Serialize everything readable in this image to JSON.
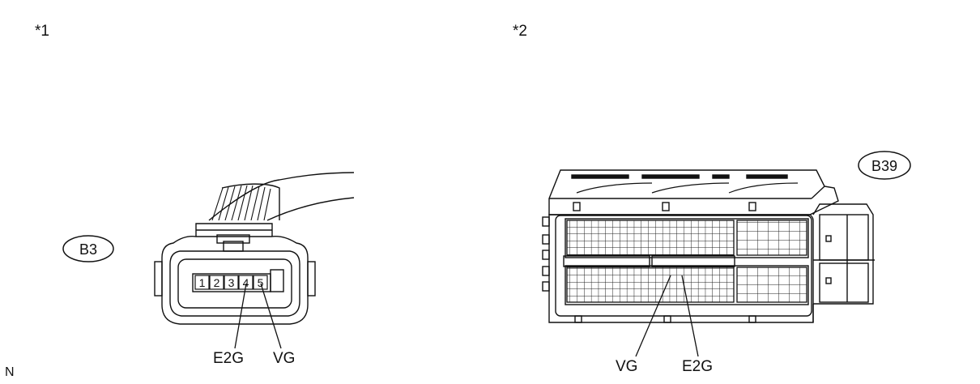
{
  "diagram": {
    "view_markers": [
      "*1",
      "*2"
    ],
    "corner_text": "N",
    "connector_1": {
      "id": "B3",
      "pins": [
        "1",
        "2",
        "3",
        "4",
        "5"
      ],
      "callouts": [
        "E2G",
        "VG"
      ]
    },
    "connector_2": {
      "id": "B39",
      "callouts": [
        "VG",
        "E2G"
      ]
    }
  }
}
